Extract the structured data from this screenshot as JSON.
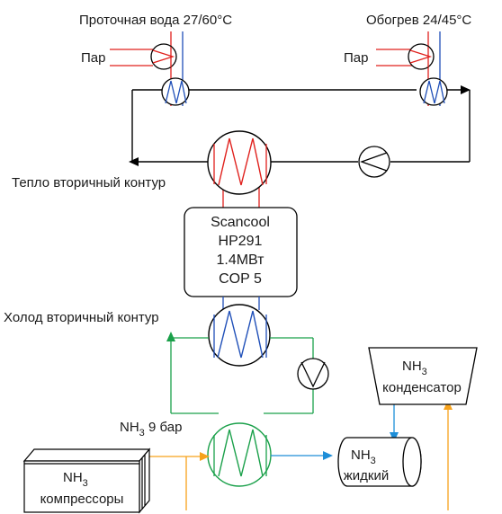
{
  "labels": {
    "tap_water": "Проточная вода 27/60°C",
    "heating": "Обогрев  24/45°C",
    "steam_left": "Пар",
    "steam_right": "Пар",
    "heat_secondary": "Тепло вторичный контур",
    "cold_secondary": "Холод вторичный контур",
    "nh3_pressure_pre": "NH",
    "nh3_pressure_sub": "3",
    "nh3_pressure_post": " 9 бар",
    "compressors_nh": "NH",
    "compressors_sub": "3",
    "compressors_word": "компрессоры",
    "condenser_nh": "NH",
    "condenser_sub": "3",
    "condenser_word": "конденсатор",
    "liquid_nh": "NH",
    "liquid_sub": "3",
    "liquid_word": "жидкий"
  },
  "heat_pump": {
    "model": "Scancool",
    "type": "HP291",
    "power": "1.4МВт",
    "cop": "COP 5"
  },
  "colors": {
    "line": "#000000",
    "heat_red": "#e0201c",
    "cold_blue": "#1f4fb8",
    "secondary_green": "#1aa04a",
    "ammonia_orange": "#f7a21b",
    "liquid_blue": "#1d8ed8"
  }
}
